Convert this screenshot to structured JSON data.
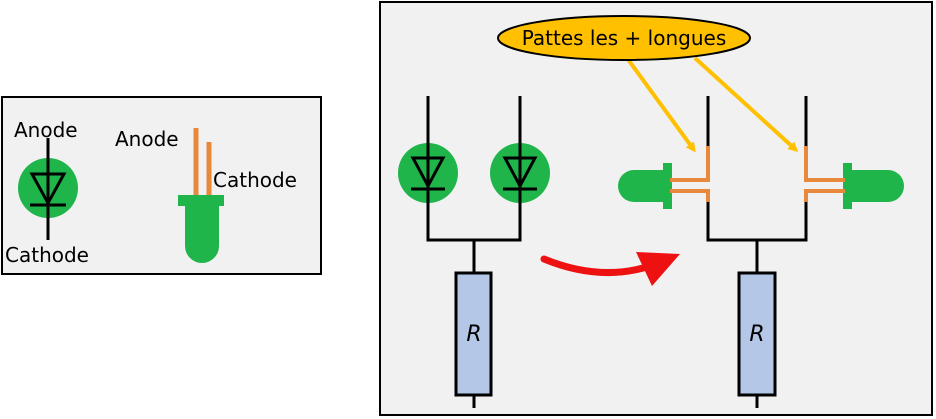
{
  "legend_panel": {
    "symbol": {
      "anode_label": "Anode",
      "cathode_label": "Cathode"
    },
    "led": {
      "anode_label": "Anode",
      "cathode_label": "Cathode"
    }
  },
  "circuit_panel": {
    "callout_text": "Pattes les + longues",
    "resistor_left_label": "R",
    "resistor_right_label": "R"
  },
  "colors": {
    "panel_fill": "#f1f1f1",
    "led_green": "#1fb54a",
    "lead_orange": "#e8883a",
    "callout_fill": "#ffc000",
    "callout_arrow": "#ffc000",
    "resistor_fill": "#b4c7e7",
    "transition_arrow": "#ee1111"
  }
}
